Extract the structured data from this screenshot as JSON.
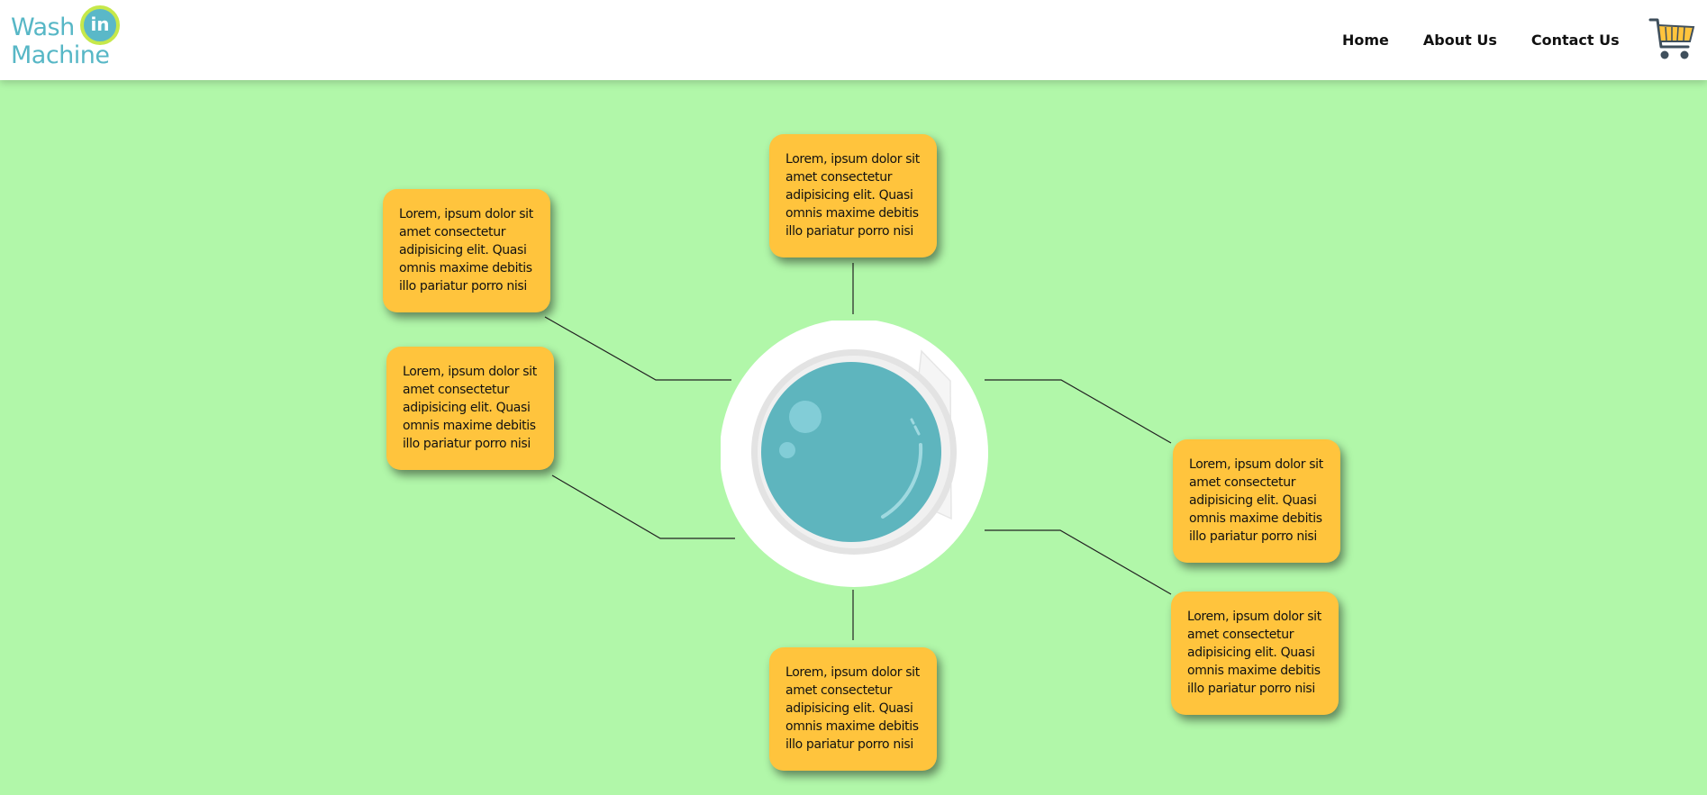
{
  "brand": {
    "name_line1": "Wash",
    "name_line2": "Machine",
    "badge": "in",
    "primary_color": "#57b7c6",
    "accent_color": "#c6e84a"
  },
  "nav": {
    "items": [
      {
        "label": "Home"
      },
      {
        "label": "About Us"
      },
      {
        "label": "Contact Us"
      }
    ],
    "cart_icon": "shopping-cart-icon"
  },
  "colors": {
    "page_background": "#b1f7a9",
    "card_background": "#ffc43d",
    "drum_color": "#5eb5be"
  },
  "cards": [
    {
      "text": "Lorem, ipsum dolor sit amet consectetur adipisicing elit. Quasi omnis maxime debitis illo pariatur porro nisi"
    },
    {
      "text": "Lorem, ipsum dolor sit amet consectetur adipisicing elit. Quasi omnis maxime debitis illo pariatur porro nisi"
    },
    {
      "text": "Lorem, ipsum dolor sit amet consectetur adipisicing elit. Quasi omnis maxime debitis illo pariatur porro nisi"
    },
    {
      "text": "Lorem, ipsum dolor sit amet consectetur adipisicing elit. Quasi omnis maxime debitis illo pariatur porro nisi"
    },
    {
      "text": "Lorem, ipsum dolor sit amet consectetur adipisicing elit. Quasi omnis maxime debitis illo pariatur porro nisi"
    },
    {
      "text": "Lorem, ipsum dolor sit amet consectetur adipisicing elit. Quasi omnis maxime debitis illo pariatur porro nisi"
    }
  ],
  "illustration": "washing-machine-door-icon"
}
